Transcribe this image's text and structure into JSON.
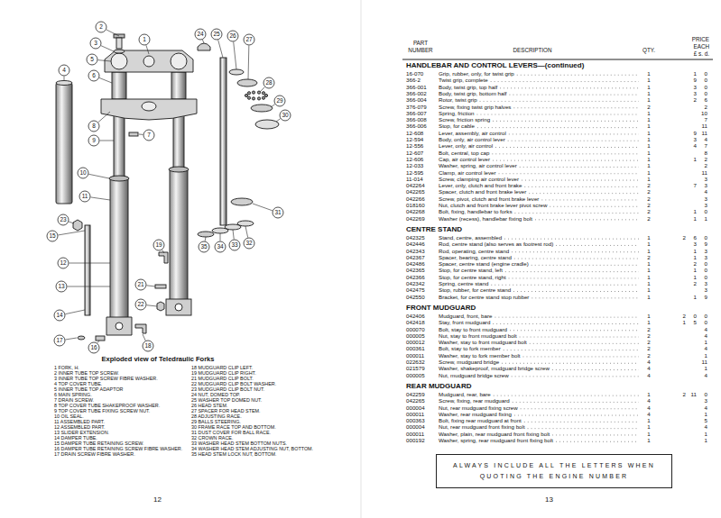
{
  "diagram": {
    "caption": "Exploded view of Teledraulic Forks",
    "nodes": [
      {
        "text": [
          "ALWAYS INCLUDE ALL THE LETTERS WHEN QUOTING THE ENGINE NUMBER"
        ]
      }
    ],
    "labels": [
      "2",
      "3",
      "5",
      "6",
      "1",
      "4",
      "7",
      "8",
      "9",
      "10",
      "11",
      "23",
      "15",
      "12",
      "13",
      "14",
      "17",
      "16",
      "18",
      "19",
      "21",
      "22",
      "24",
      "25",
      "26",
      "27",
      "28",
      "29",
      "30",
      "31",
      "32",
      "33",
      "34",
      "35",
      "1 FORK, H.",
      "2 INNER TUBE TOP SCREW.",
      "3 INNER TUBE TOP SCREW FIBRE WASHER.",
      "4 TOP COVER TUBE.",
      "5 INNER TUBE TOP ADAPTOR",
      "6 MAIN SPRING.",
      "7 DRAIN SCREW.",
      "8 TOP COVER TUBE SHAKEPROOF WASHER.",
      "9 TOP COVER TUBE FIXING SCREW NUT.",
      "10 OIL SEAL.",
      "11 ASSEMBLED PART.",
      "12 ASSEMBLED PART.",
      "13 SLIDER EXTENSION.",
      "14 DAMPER TUBE.",
      "15 DAMPER TUBE RETAINING SCREW.",
      "16 DAMPER TUBE RETAINING SCREW FIBRE WASHER.",
      "17 DRAIN SCREW FIBRE WASHER.",
      "18 MUDGUARD CLIP LEFT.",
      "19 MUDGUARD CLIP RIGHT.",
      "21 MUDGUARD CLIP BOLT.",
      "22 MUDGUARD CLIP BOLT WASHER.",
      "23 MUDGUARD CLIP BOLT NUT.",
      "24 NUT, DOMED TOP.",
      "25 WASHER TOP DOMED NUT.",
      "26 HEAD STEM.",
      "27 SPACER FOR HEAD STEM.",
      "28 ADJUSTING RACE.",
      "29 BALLS STEERING.",
      "30 FRAME RACE TOP AND BOTTOM.",
      "31 DUST COVER FOR BALL RACE.",
      "32 CROWN RACE.",
      "33 WASHER HEAD STEM BOTTOM NUTS.",
      "34 WASHER HEAD STEM ADJUSTING NUT, BOTTOM.",
      "35 HEAD STEM LOCK NUT, BOTTOM.",
      "12",
      "13",
      "PART NUMBER",
      "DESCRIPTION",
      "QTY.",
      "PRICE EACH",
      "£ s. d.",
      "HANDLEBAR AND CONTROL LEVERS—(continued)",
      "16-070",
      "Grip, rubber, only, for twist grip",
      "1",
      "1",
      "0",
      "366-2",
      "Twist grip, complete",
      "1",
      "9",
      "0",
      "366-001",
      "Body, twist grip, top half",
      "1",
      "3",
      "0",
      "366-002",
      "Body, twist grip, bottom half",
      "1",
      "3",
      "0",
      "366-004",
      "Rotor, twist grip",
      "1",
      "2",
      "6",
      "376-079",
      "Screw, fixing twist grip halves",
      "2",
      "2",
      "366-007",
      "Spring, friction",
      "1",
      "10",
      "366-008",
      "Screw, friction spring",
      "1",
      "7",
      "366-006",
      "Stop, for cable",
      "1",
      "11",
      "12-608",
      "Lever, assembly, air control",
      "1",
      "9",
      "11",
      "12-594",
      "Body, only, air control lever",
      "1",
      "3",
      "4",
      "12-556",
      "Lever, only, air control",
      "1",
      "4",
      "7",
      "12-607",
      "Bolt, central, top cap",
      "1",
      "8",
      "12-606",
      "Cap, air control lever",
      "1",
      "1",
      "2",
      "12-033",
      "Washer, spring, air control lever",
      "1",
      "2",
      "12-595",
      "Clamp, air control lever",
      "1",
      "11",
      "11-014",
      "Screw, clamping air control lever",
      "1",
      "3",
      "042264",
      "Lever, only, clutch and front brake",
      "2",
      "7",
      "3",
      "042265",
      "Spacer, clutch and front brake lever",
      "2",
      "4",
      "042266",
      "Screw, pivot, clutch and front brake lever",
      "2",
      "3",
      "018160",
      "Nut, clutch and front brake lever pivot screw",
      "2",
      "3",
      "042268",
      "Bolt, fixing, handlebar to forks",
      "2",
      "1",
      "0",
      "042269",
      "Washer (recess), handlebar fixing bolt",
      "2",
      "1",
      "1",
      "CENTRE STAND",
      "042325",
      "Stand, centre, assembled",
      "1",
      "2",
      "6",
      "0",
      "042446",
      "Rod, centre stand (also serves as footrest rod)",
      "1",
      "3",
      "9",
      "042343",
      "Rod, operating, centre stand",
      "1",
      "1",
      "3",
      "042367",
      "Spacer, bearing, centre stand",
      "2",
      "1",
      "3",
      "042486",
      "Spacer, centre stand (engine cradle)",
      "1",
      "2",
      "0",
      "042365",
      "Stop, for centre stand, left",
      "1",
      "1",
      "0",
      "042366",
      "Stop, for centre stand, right",
      "1",
      "1",
      "0",
      "042342",
      "Spring, centre stand",
      "1",
      "2",
      "3",
      "042475",
      "Stop, rubber, for centre stand",
      "1",
      "3",
      "042550",
      "Bracket, for centre stand stop rubber",
      "1",
      "1",
      "9",
      "FRONT MUDGUARD",
      "042406",
      "Mudguard, front, bare",
      "1",
      "2",
      "0",
      "0",
      "042418",
      "Stay, front mudguard",
      "1",
      "1",
      "5",
      "0",
      "000070",
      "Bolt, stay to front mudguard",
      "2",
      "4",
      "000005",
      "Nut, stay to front mudguard bolt",
      "2",
      "4",
      "000012",
      "Washer, stay to front mudguard bolt",
      "2",
      "1",
      "000361",
      "Bolt, stay to fork member",
      "2",
      "4",
      "000011",
      "Washer, stay to fork member bolt",
      "2",
      "1",
      "022632",
      "Screw, mudguard bridge",
      "4",
      "11",
      "021579",
      "Washer, shakeproof, mudguard bridge screw",
      "4",
      "1",
      "000005",
      "Nut, mudguard bridge screw",
      "4",
      "4",
      "REAR MUDGUARD",
      "042259",
      "Mudguard, rear, bare",
      "1",
      "2",
      "11",
      "0",
      "042265",
      "Screw, fixing, rear mudguard",
      "4",
      "3",
      "000004",
      "Nut, rear mudguard fixing screw",
      "4",
      "4",
      "000011",
      "Washer, rear mudguard fixing",
      "4",
      "1",
      "000363",
      "Bolt, fixing rear mudguard at front",
      "1",
      "5",
      "000004",
      "Nut, rear mudguard front fixing bolt",
      "1",
      "4",
      "000011",
      "Washer, plain, rear mudguard front fixing bolt",
      "1",
      "1",
      "000192",
      "Washer, spring, rear mudguard front fixing bolt",
      "1",
      "1"
    ]
  }
}
